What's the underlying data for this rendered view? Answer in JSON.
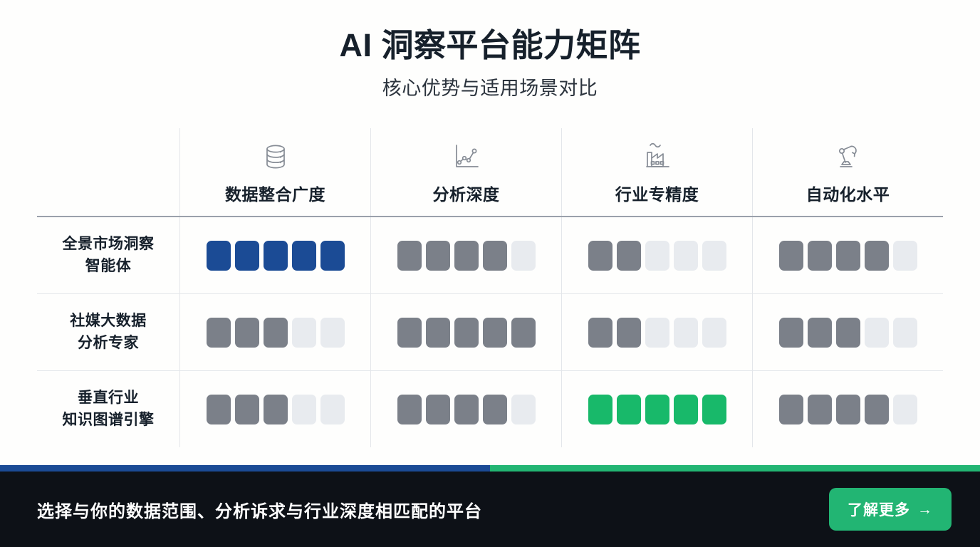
{
  "header": {
    "title": "AI 洞察平台能力矩阵",
    "subtitle": "核心优势与适用场景对比"
  },
  "matrix": {
    "columns": [
      {
        "label": "数据整合广度",
        "icon": "database-icon"
      },
      {
        "label": "分析深度",
        "icon": "line-chart-icon"
      },
      {
        "label": "行业专精度",
        "icon": "factory-icon"
      },
      {
        "label": "自动化水平",
        "icon": "robot-arm-icon"
      }
    ],
    "rows": [
      {
        "label_line1": "全景市场洞察",
        "label_line2": "智能体",
        "scores": [
          5,
          4,
          2,
          4
        ],
        "fill_colors": [
          "blue",
          "gray",
          "gray",
          "gray"
        ]
      },
      {
        "label_line1": "社媒大数据",
        "label_line2": "分析专家",
        "scores": [
          3,
          5,
          2,
          3
        ],
        "fill_colors": [
          "gray",
          "gray",
          "gray",
          "gray"
        ]
      },
      {
        "label_line1": "垂直行业",
        "label_line2": "知识图谱引擎",
        "scores": [
          3,
          4,
          5,
          4
        ],
        "fill_colors": [
          "gray",
          "gray",
          "green",
          "gray"
        ]
      }
    ],
    "max_score": 5
  },
  "footer": {
    "message": "选择与你的数据范围、分析诉求与行业深度相匹配的平台",
    "cta_label": "了解更多",
    "cta_arrow": "→"
  },
  "colors": {
    "brand_blue": "#1b4b95",
    "brand_green": "#22b573",
    "dot_gray": "#7b8089",
    "dot_empty": "#e8ebef",
    "footer_bg": "#0d1117"
  }
}
